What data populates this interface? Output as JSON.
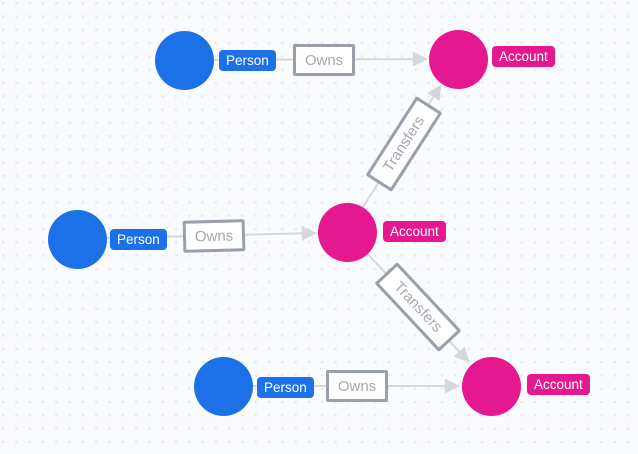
{
  "app": {
    "view": "graph-visualization-canvas"
  },
  "colors": {
    "background": "#FAFBFE",
    "grid_dot": "#E4E6EA",
    "person_node": "#1D71E8",
    "account_node": "#E4188F",
    "edge_line": "#D4D7DC",
    "relationship_box_border": "#99A0A9",
    "relationship_text": "#A3A9B0",
    "node_caption_text": "#FFFFFF"
  },
  "graph": {
    "nodes": [
      {
        "id": "person-1",
        "label": "Person",
        "type": "Person"
      },
      {
        "id": "account-1",
        "label": "Account",
        "type": "Account"
      },
      {
        "id": "person-2",
        "label": "Person",
        "type": "Person"
      },
      {
        "id": "account-2",
        "label": "Account",
        "type": "Account"
      },
      {
        "id": "person-3",
        "label": "Person",
        "type": "Person"
      },
      {
        "id": "account-3",
        "label": "Account",
        "type": "Account"
      }
    ],
    "relationships": [
      {
        "from": "person-1",
        "to": "account-1",
        "label": "Owns"
      },
      {
        "from": "person-2",
        "to": "account-2",
        "label": "Owns"
      },
      {
        "from": "person-3",
        "to": "account-3",
        "label": "Owns"
      },
      {
        "from": "account-2",
        "to": "account-1",
        "label": "Transfers"
      },
      {
        "from": "account-2",
        "to": "account-3",
        "label": "Transfers"
      }
    ]
  }
}
